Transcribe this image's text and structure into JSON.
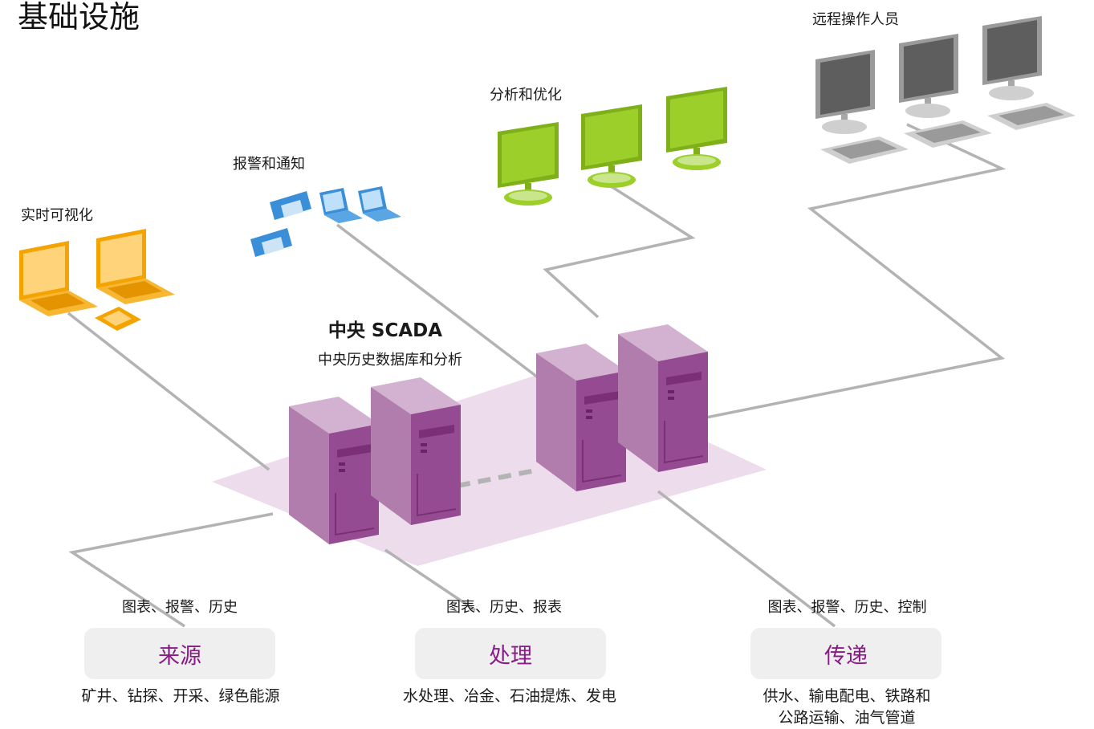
{
  "title": "基础设施",
  "groups": {
    "visualization": "实时可视化",
    "alarms": "报警和通知",
    "analysis": "分析和优化",
    "remote": "远程操作人员"
  },
  "center": {
    "title": "中央 SCADA",
    "subtitle": "中央历史数据库和分析"
  },
  "columns": [
    {
      "functions": "图表、报警、历史",
      "label": "来源",
      "examples": "矿井、钻探、开采、绿色能源"
    },
    {
      "functions": "图表、历史、报表",
      "label": "处理",
      "examples": "水处理、冶金、石油提炼、发电"
    },
    {
      "functions": "图表、报警、历史、控制",
      "label": "传递",
      "examples_line1": "供水、输电配电、铁路和",
      "examples_line2": "公路运输、油气管道"
    }
  ],
  "colors": {
    "laptop": "#f5a300",
    "alarm_device": "#3a8fd8",
    "analysis_monitor": "#8cc21f",
    "remote_monitor": "#666666",
    "server": "#a65ea2",
    "platform": "#ecdcec",
    "connector": "#b3b3b3",
    "category_text": "#8a1a87"
  }
}
